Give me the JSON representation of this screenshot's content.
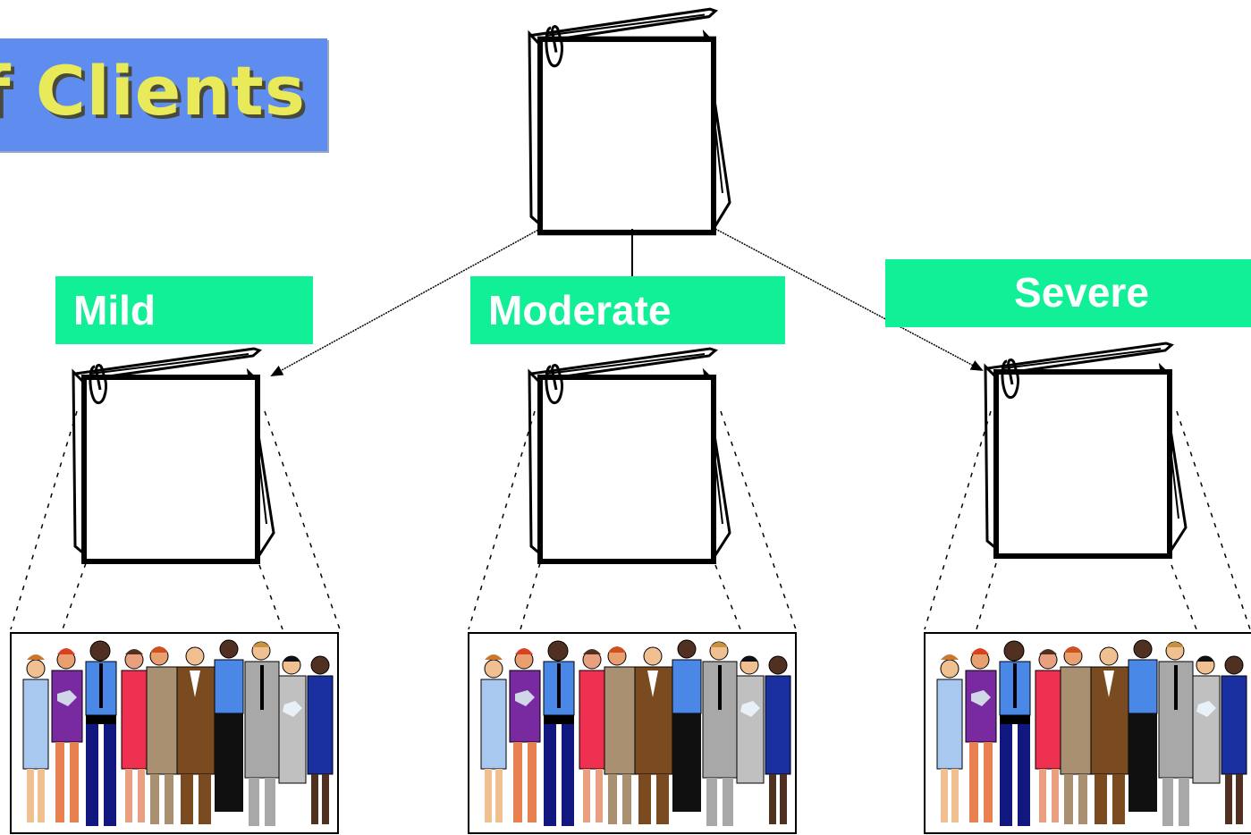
{
  "title": {
    "text": "f Clients"
  },
  "labels": {
    "mild": "Mild",
    "moderate": "Moderate",
    "severe": "Severe"
  },
  "icons": {
    "root": "paper-stack-icon",
    "group": "paper-stack-icon",
    "people": "people-crowd-icon"
  },
  "colors": {
    "title_background": "#5f8cef",
    "title_text": "#e8ea5a",
    "label_background": "#11f097",
    "label_text": "#ffffff"
  }
}
